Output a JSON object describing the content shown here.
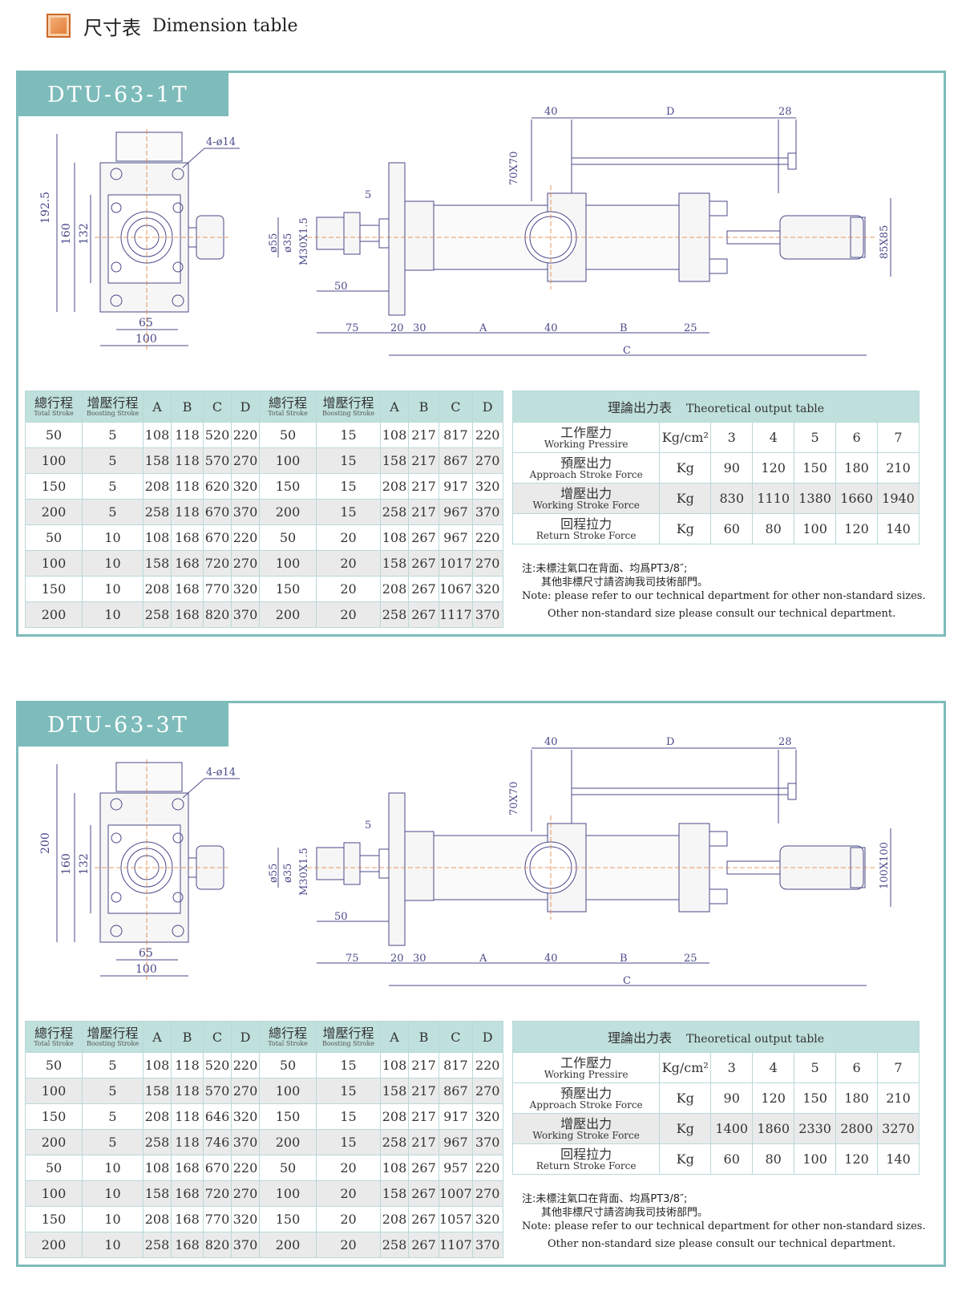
{
  "header": {
    "title_cn": "尺寸表",
    "title_en": "Dimension table"
  },
  "colors": {
    "accent": "#7dbcbb",
    "header_cell": "#bfe0dd",
    "row_alt": "#eaeaea",
    "drawing_line": "#4a4a8a",
    "center_line": "#e07a34"
  },
  "columns": {
    "total_cn": "總行程",
    "total_en": "Total Stroke",
    "boost_cn": "增壓行程",
    "boost_en": "Boosting Stroke",
    "a": "A",
    "b": "B",
    "c": "C",
    "d": "D"
  },
  "output_labels": {
    "title_cn": "理論出力表",
    "title_en": "Theoretical output table",
    "pressure_cn": "工作壓力",
    "pressure_en": "Working Pressire",
    "pressure_unit": "Kg/cm²",
    "approach_cn": "預壓出力",
    "approach_en": "Approach Stroke Force",
    "working_cn": "增壓出力",
    "working_en": "Working Stroke Force",
    "return_cn": "回程拉力",
    "return_en": "Return Stroke Force",
    "force_unit": "Kg"
  },
  "note": {
    "line1": "注:未標注氣口在背面、均爲PT3/8″;",
    "line2": "其他非標尺寸請咨詢我司技術部門。",
    "line3": "Note: please refer to our technical department for other non-standard sizes.",
    "line4": "Other non-standard size please consult our technical department."
  },
  "models": [
    {
      "name": "DTU-63-1T",
      "drawing": {
        "hole_label": "4-ø14",
        "h_outer": "192.5",
        "h_mid": "160",
        "h_inner": "132",
        "w_inner": "65",
        "w_outer": "100",
        "side": "85X85",
        "d_rod1": "ø55",
        "d_rod2": "ø35",
        "thread": "M30X1.5",
        "d5": "5",
        "d50": "50",
        "d75": "75",
        "d20": "20",
        "d30": "30",
        "dA": "A",
        "d40": "40",
        "dB": "B",
        "d25": "25",
        "dC": "C",
        "top40": "40",
        "topD": "D",
        "top28": "28",
        "sq": "70X70"
      },
      "rows": [
        [
          "50",
          "5",
          "108",
          "118",
          "520",
          "220",
          "50",
          "15",
          "108",
          "217",
          "817",
          "220"
        ],
        [
          "100",
          "5",
          "158",
          "118",
          "570",
          "270",
          "100",
          "15",
          "158",
          "217",
          "867",
          "270"
        ],
        [
          "150",
          "5",
          "208",
          "118",
          "620",
          "320",
          "150",
          "15",
          "208",
          "217",
          "917",
          "320"
        ],
        [
          "200",
          "5",
          "258",
          "118",
          "670",
          "370",
          "200",
          "15",
          "258",
          "217",
          "967",
          "370"
        ],
        [
          "50",
          "10",
          "108",
          "168",
          "670",
          "220",
          "50",
          "20",
          "108",
          "267",
          "967",
          "220"
        ],
        [
          "100",
          "10",
          "158",
          "168",
          "720",
          "270",
          "100",
          "20",
          "158",
          "267",
          "1017",
          "270"
        ],
        [
          "150",
          "10",
          "208",
          "168",
          "770",
          "320",
          "150",
          "20",
          "208",
          "267",
          "1067",
          "320"
        ],
        [
          "200",
          "10",
          "258",
          "168",
          "820",
          "370",
          "200",
          "20",
          "258",
          "267",
          "1117",
          "370"
        ]
      ],
      "output": {
        "pressures": [
          "3",
          "4",
          "5",
          "6",
          "7"
        ],
        "approach": [
          "90",
          "120",
          "150",
          "180",
          "210"
        ],
        "working": [
          "830",
          "1110",
          "1380",
          "1660",
          "1940"
        ],
        "return": [
          "60",
          "80",
          "100",
          "120",
          "140"
        ]
      }
    },
    {
      "name": "DTU-63-3T",
      "drawing": {
        "hole_label": "4-ø14",
        "h_outer": "200",
        "h_mid": "160",
        "h_inner": "132",
        "w_inner": "65",
        "w_outer": "100",
        "side": "100X100",
        "d_rod1": "ø55",
        "d_rod2": "ø35",
        "thread": "M30X1.5",
        "d5": "5",
        "d50": "50",
        "d75": "75",
        "d20": "20",
        "d30": "30",
        "dA": "A",
        "d40": "40",
        "dB": "B",
        "d25": "25",
        "dC": "C",
        "top40": "40",
        "topD": "D",
        "top28": "28",
        "sq": "70X70"
      },
      "rows": [
        [
          "50",
          "5",
          "108",
          "118",
          "520",
          "220",
          "50",
          "15",
          "108",
          "217",
          "817",
          "220"
        ],
        [
          "100",
          "5",
          "158",
          "118",
          "570",
          "270",
          "100",
          "15",
          "158",
          "217",
          "867",
          "270"
        ],
        [
          "150",
          "5",
          "208",
          "118",
          "646",
          "320",
          "150",
          "15",
          "208",
          "217",
          "917",
          "320"
        ],
        [
          "200",
          "5",
          "258",
          "118",
          "746",
          "370",
          "200",
          "15",
          "258",
          "217",
          "967",
          "370"
        ],
        [
          "50",
          "10",
          "108",
          "168",
          "670",
          "220",
          "50",
          "20",
          "108",
          "267",
          "957",
          "220"
        ],
        [
          "100",
          "10",
          "158",
          "168",
          "720",
          "270",
          "100",
          "20",
          "158",
          "267",
          "1007",
          "270"
        ],
        [
          "150",
          "10",
          "208",
          "168",
          "770",
          "320",
          "150",
          "20",
          "208",
          "267",
          "1057",
          "320"
        ],
        [
          "200",
          "10",
          "258",
          "168",
          "820",
          "370",
          "200",
          "20",
          "258",
          "267",
          "1107",
          "370"
        ]
      ],
      "output": {
        "pressures": [
          "3",
          "4",
          "5",
          "6",
          "7"
        ],
        "approach": [
          "90",
          "120",
          "150",
          "180",
          "210"
        ],
        "working": [
          "1400",
          "1860",
          "2330",
          "2800",
          "3270"
        ],
        "return": [
          "60",
          "80",
          "100",
          "120",
          "140"
        ]
      }
    }
  ]
}
